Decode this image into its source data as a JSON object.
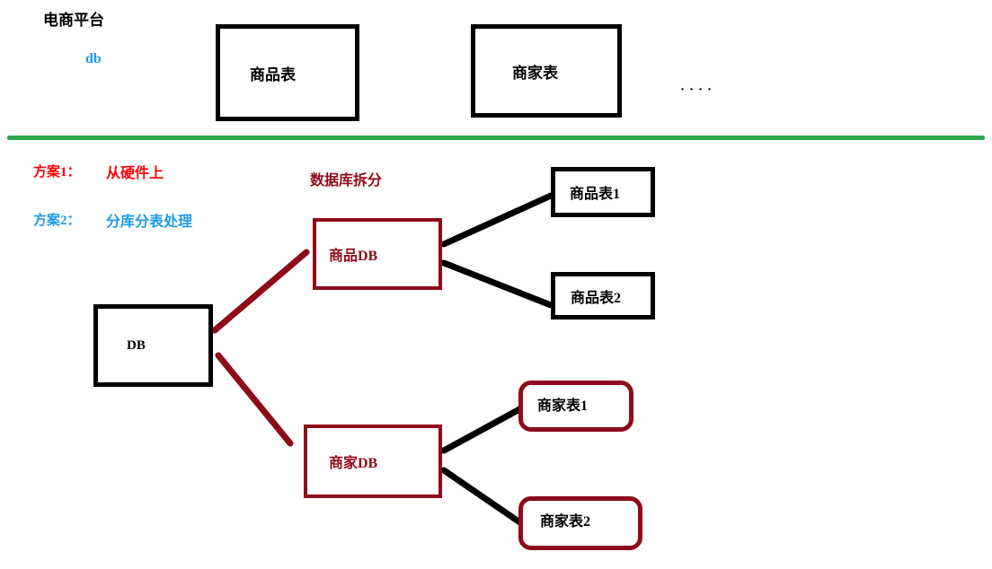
{
  "diagram": {
    "title_top": "电商平台",
    "subtitle_top": "db",
    "ellipsis": "····",
    "divider_color": "#2cac4e",
    "accent_darkred": "#8e0b18",
    "accent_red": "#fb0007",
    "accent_blue": "#1e9ae8",
    "top_section": {
      "tables": [
        {
          "label": "商品表"
        },
        {
          "label": "商家表"
        }
      ]
    },
    "options": [
      {
        "name": "方案1：",
        "value": "从硬件上",
        "color": "#fb0007"
      },
      {
        "name": "方案2：",
        "value": "分库分表处理",
        "color": "#1e9ae8"
      }
    ],
    "split_title": "数据库拆分",
    "root": {
      "label": "DB"
    },
    "databases": [
      {
        "label": "商品DB"
      },
      {
        "label": "商家DB"
      }
    ],
    "product_tables": [
      {
        "label": "商品表1"
      },
      {
        "label": "商品表2"
      }
    ],
    "merchant_tables": [
      {
        "label": "商家表1"
      },
      {
        "label": "商家表2"
      }
    ]
  }
}
